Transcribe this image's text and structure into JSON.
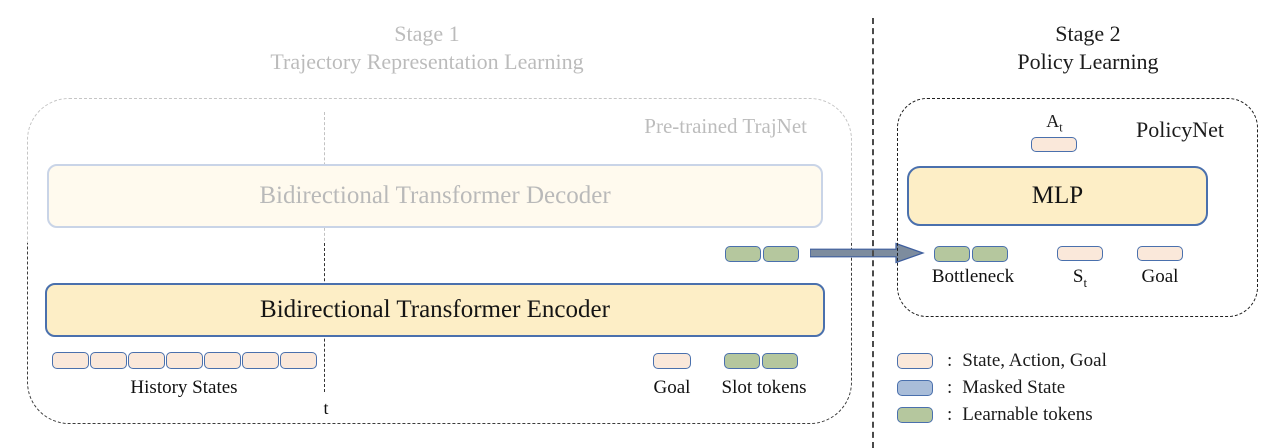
{
  "colors": {
    "accent_border": "#4a70ad",
    "box_yellow": "#fdeec6",
    "token_peach": "#fae8da",
    "token_green": "#b5c79e",
    "token_blue": "#a9bdd9",
    "arrow_fill": "#7d8c9e",
    "arrow_stroke": "#3e5e9e"
  },
  "stage1": {
    "title_line1": "Stage 1",
    "title_line2": "Trajectory Representation Learning",
    "pretrained_label": "Pre-trained TrajNet",
    "decoder_label": "Bidirectional Transformer Decoder",
    "encoder_label": "Bidirectional Transformer Encoder",
    "history_label": "History States",
    "history_token_count": 7,
    "time_label": "t",
    "goal_label": "Goal",
    "slot_label": "Slot tokens",
    "slot_token_count": 2,
    "output_token_count": 2
  },
  "stage2": {
    "title_line1": "Stage 2",
    "title_line2": "Policy Learning",
    "policynet_label": "PolicyNet",
    "action_base": "A",
    "action_sub": "t",
    "mlp_label": "MLP",
    "bottleneck_label": "Bottleneck",
    "bottleneck_token_count": 2,
    "state_base": "S",
    "state_sub": "t",
    "goal_label": "Goal"
  },
  "legend": {
    "items": [
      {
        "swatch": "peach",
        "separator": ":",
        "label": "State, Action, Goal"
      },
      {
        "swatch": "blue",
        "separator": ":",
        "label": "Masked State"
      },
      {
        "swatch": "green",
        "separator": ":",
        "label": "Learnable tokens"
      }
    ]
  }
}
